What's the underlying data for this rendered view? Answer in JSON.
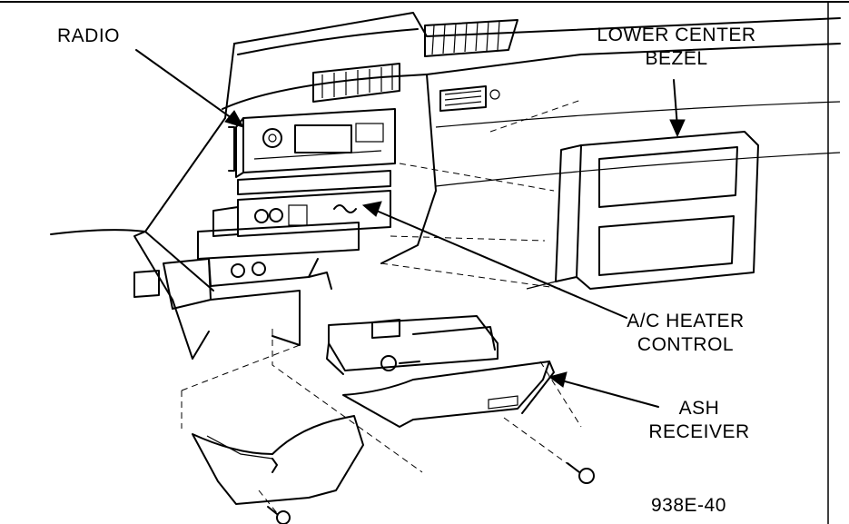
{
  "labels": {
    "radio": "RADIO",
    "lower_center_bezel_line1": "LOWER CENTER",
    "lower_center_bezel_line2": "BEZEL",
    "ac_heater_line1": "A/C HEATER",
    "ac_heater_line2": "CONTROL",
    "ash_line1": "ASH",
    "ash_line2": "RECEIVER",
    "figure_id": "938E-40"
  }
}
